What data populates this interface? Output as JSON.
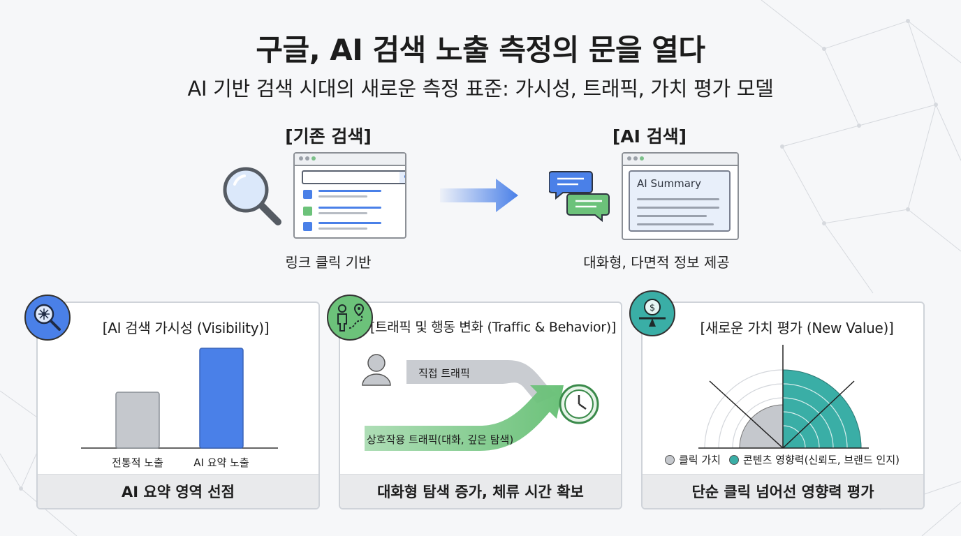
{
  "header": {
    "title": "구글, AI 검색 노출 측정의 문을 열다",
    "subtitle": "AI 기반 검색 시대의 새로운 측정 표준: 가시성, 트래픽, 가치 평가 모델"
  },
  "comparison": {
    "legacy": {
      "label": "[기존 검색]",
      "caption": "링크 클릭 기반"
    },
    "ai": {
      "label": "[AI 검색]",
      "caption": "대화형, 다면적 정보 제공",
      "panel_title": "AI Summary"
    }
  },
  "cards": [
    {
      "heading": "[AI 검색 가시성 (Visibility)]",
      "footer": "AI 요약 영역 선점",
      "icon": "search-ai-icon",
      "bars": [
        {
          "label": "전통적 노출",
          "value": 0.42,
          "color": "#c5c8cd"
        },
        {
          "label": "AI 요약 노출",
          "value": 0.75,
          "color": "#4a80e8"
        }
      ]
    },
    {
      "heading": "[트래픽 및 행동 변화 (Traffic & Behavior)]",
      "footer": "대화형 탐색 증가, 체류 시간 확보",
      "icon": "path-person-icon",
      "flows": {
        "direct": "직접 트래픽",
        "interactive": "상호작용 트래픽(대화, 깊은 탐색)"
      }
    },
    {
      "heading": "[새로운 가치 평가 (New Value)]",
      "footer": "단순 클릭 넘어선 영향력 평가",
      "icon": "value-scale-icon",
      "legend": [
        {
          "label": "클릭 가치",
          "color": "#c5c8cd"
        },
        {
          "label": "콘텐츠 영향력(신뢰도, 브랜드 인지)",
          "color": "#3aaea6"
        }
      ]
    }
  ],
  "colors": {
    "accent_blue": "#4a80e8",
    "accent_green": "#6cc27a",
    "accent_teal": "#3aaea6",
    "neutral_gray": "#c5c8cd"
  }
}
